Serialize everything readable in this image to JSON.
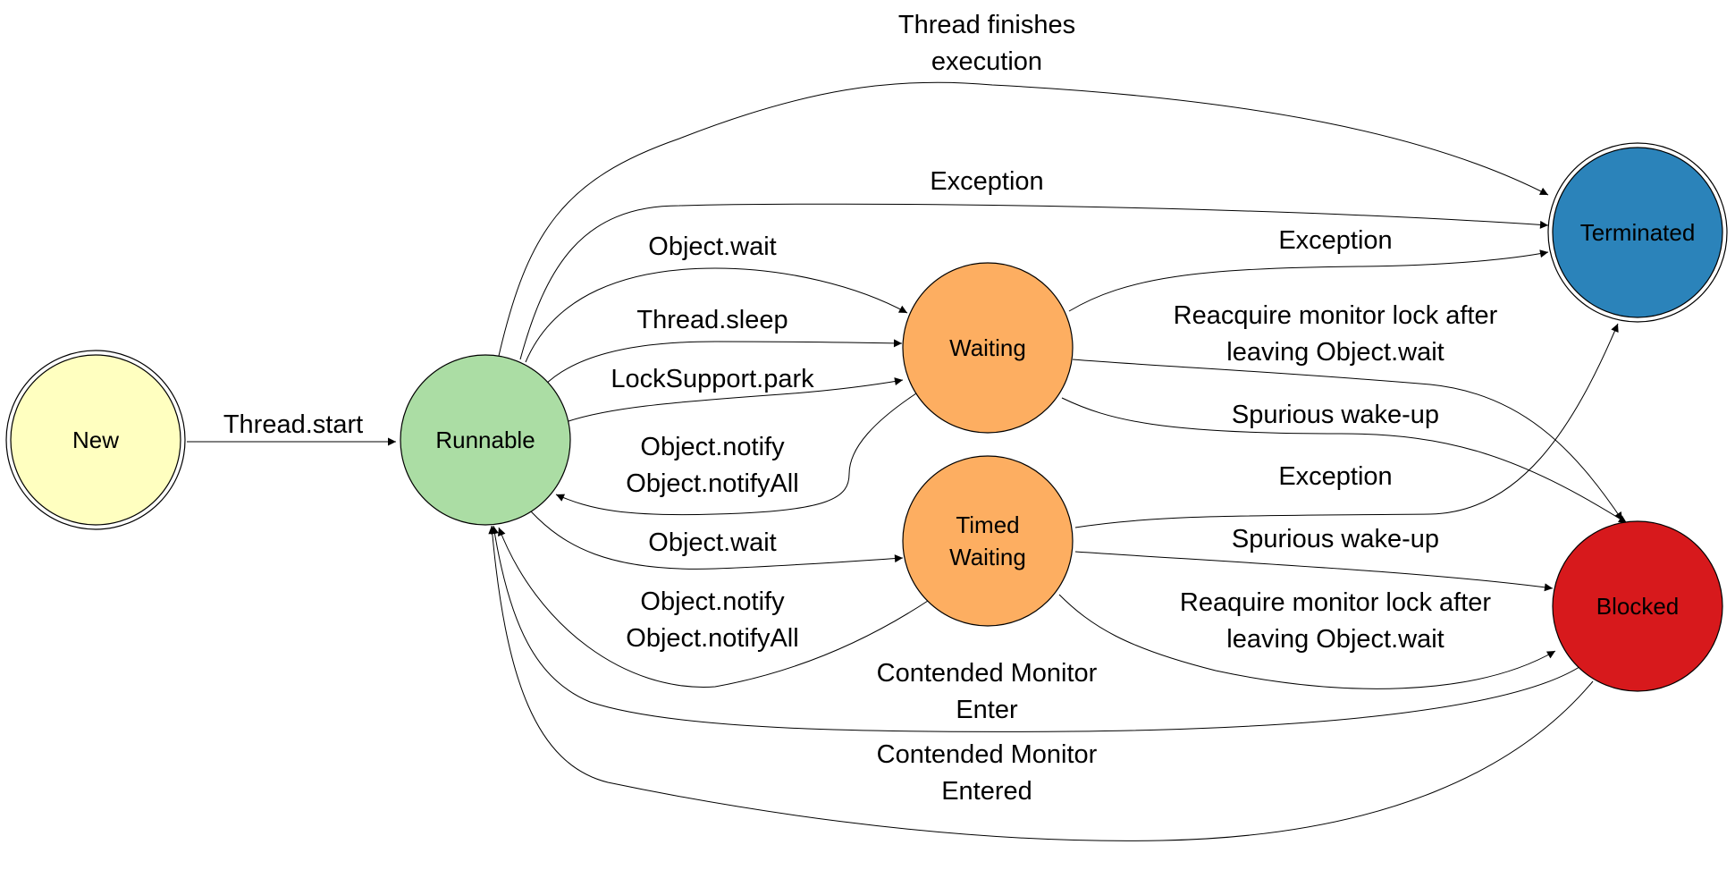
{
  "diagram": {
    "nodes": [
      {
        "id": "new",
        "lines": [
          "New"
        ],
        "color": "#ffffc0",
        "accepting": true
      },
      {
        "id": "runnable",
        "lines": [
          "Runnable"
        ],
        "color": "#abdda4",
        "accepting": false
      },
      {
        "id": "waiting",
        "lines": [
          "Waiting"
        ],
        "color": "#fdae61",
        "accepting": false
      },
      {
        "id": "timed-waiting",
        "lines": [
          "Timed",
          "Waiting"
        ],
        "color": "#fdae61",
        "accepting": false
      },
      {
        "id": "terminated",
        "lines": [
          "Terminated"
        ],
        "color": "#2b83ba",
        "accepting": true
      },
      {
        "id": "blocked",
        "lines": [
          "Blocked"
        ],
        "color": "#d7191c",
        "accepting": false
      }
    ],
    "edges": [
      {
        "id": "thread-start",
        "from": "new",
        "to": "runnable",
        "lines": [
          "Thread.start"
        ]
      },
      {
        "id": "thread-finishes",
        "from": "runnable",
        "to": "terminated",
        "lines": [
          "Thread finishes",
          "execution"
        ]
      },
      {
        "id": "runnable-exception",
        "from": "runnable",
        "to": "terminated",
        "lines": [
          "Exception"
        ]
      },
      {
        "id": "object-wait",
        "from": "runnable",
        "to": "waiting",
        "lines": [
          "Object.wait"
        ]
      },
      {
        "id": "thread-sleep",
        "from": "runnable",
        "to": "waiting",
        "lines": [
          "Thread.sleep"
        ]
      },
      {
        "id": "locksupport-park",
        "from": "runnable",
        "to": "waiting",
        "lines": [
          "LockSupport.park"
        ]
      },
      {
        "id": "waiting-notify",
        "from": "waiting",
        "to": "runnable",
        "lines": [
          "Object.notify",
          "Object.notifyAll"
        ]
      },
      {
        "id": "waiting-exception",
        "from": "waiting",
        "to": "terminated",
        "lines": [
          "Exception"
        ]
      },
      {
        "id": "waiting-reacquire",
        "from": "waiting",
        "to": "blocked",
        "lines": [
          "Reacquire monitor lock after",
          "leaving Object.wait"
        ]
      },
      {
        "id": "waiting-spurious",
        "from": "waiting",
        "to": "blocked",
        "lines": [
          "Spurious wake-up"
        ]
      },
      {
        "id": "timed-object-wait",
        "from": "runnable",
        "to": "timed-waiting",
        "lines": [
          "Object.wait"
        ]
      },
      {
        "id": "timed-notify",
        "from": "timed-waiting",
        "to": "runnable",
        "lines": [
          "Object.notify",
          "Object.notifyAll"
        ]
      },
      {
        "id": "timed-exception",
        "from": "timed-waiting",
        "to": "terminated",
        "lines": [
          "Exception"
        ]
      },
      {
        "id": "timed-spurious",
        "from": "timed-waiting",
        "to": "blocked",
        "lines": [
          "Spurious wake-up"
        ]
      },
      {
        "id": "timed-reacquire",
        "from": "timed-waiting",
        "to": "blocked",
        "lines": [
          "Reaquire monitor lock after",
          "leaving Object.wait"
        ]
      },
      {
        "id": "contended-enter",
        "from": "runnable",
        "to": "blocked",
        "lines": [
          "Contended Monitor",
          "Enter"
        ]
      },
      {
        "id": "contended-entered",
        "from": "blocked",
        "to": "runnable",
        "lines": [
          "Contended Monitor",
          "Entered"
        ]
      }
    ]
  }
}
